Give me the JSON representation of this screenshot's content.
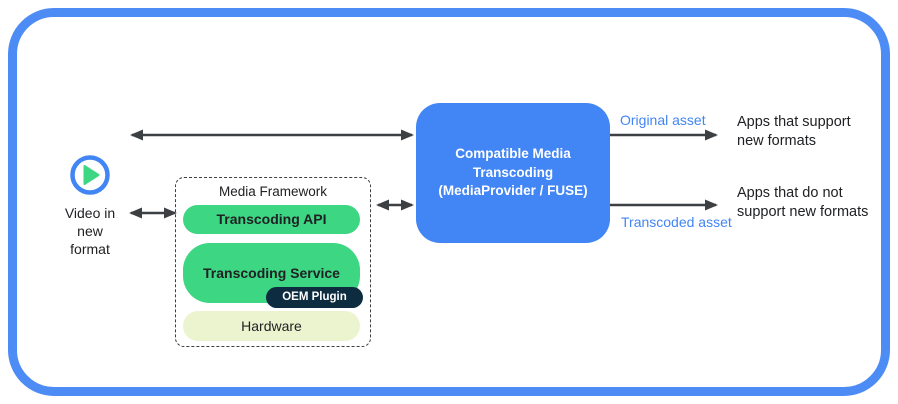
{
  "source": {
    "icon": "play-icon",
    "label": "Video in\nnew\nformat"
  },
  "framework": {
    "title": "Media Framework",
    "api": "Transcoding API",
    "service": "Transcoding Service",
    "oem": "OEM Plugin",
    "hardware": "Hardware"
  },
  "center": {
    "label": "Compatible Media\nTranscoding\n(MediaProvider / FUSE)"
  },
  "flows": {
    "original": {
      "label": "Original asset",
      "target": "Apps that support\nnew formats"
    },
    "transcoded": {
      "label": "Transcoded asset",
      "target": "Apps that do not\nsupport new formats"
    }
  },
  "colors": {
    "frame_blue": "#4d8cf5",
    "box_blue": "#4285f4",
    "asset_label_blue": "#4285f4",
    "green": "#3dd683",
    "pale_green": "#ecf4cf",
    "oem_dark_navy": "#0d2c3f",
    "arrow_gray": "#3c4043",
    "text_dark": "#202124"
  }
}
